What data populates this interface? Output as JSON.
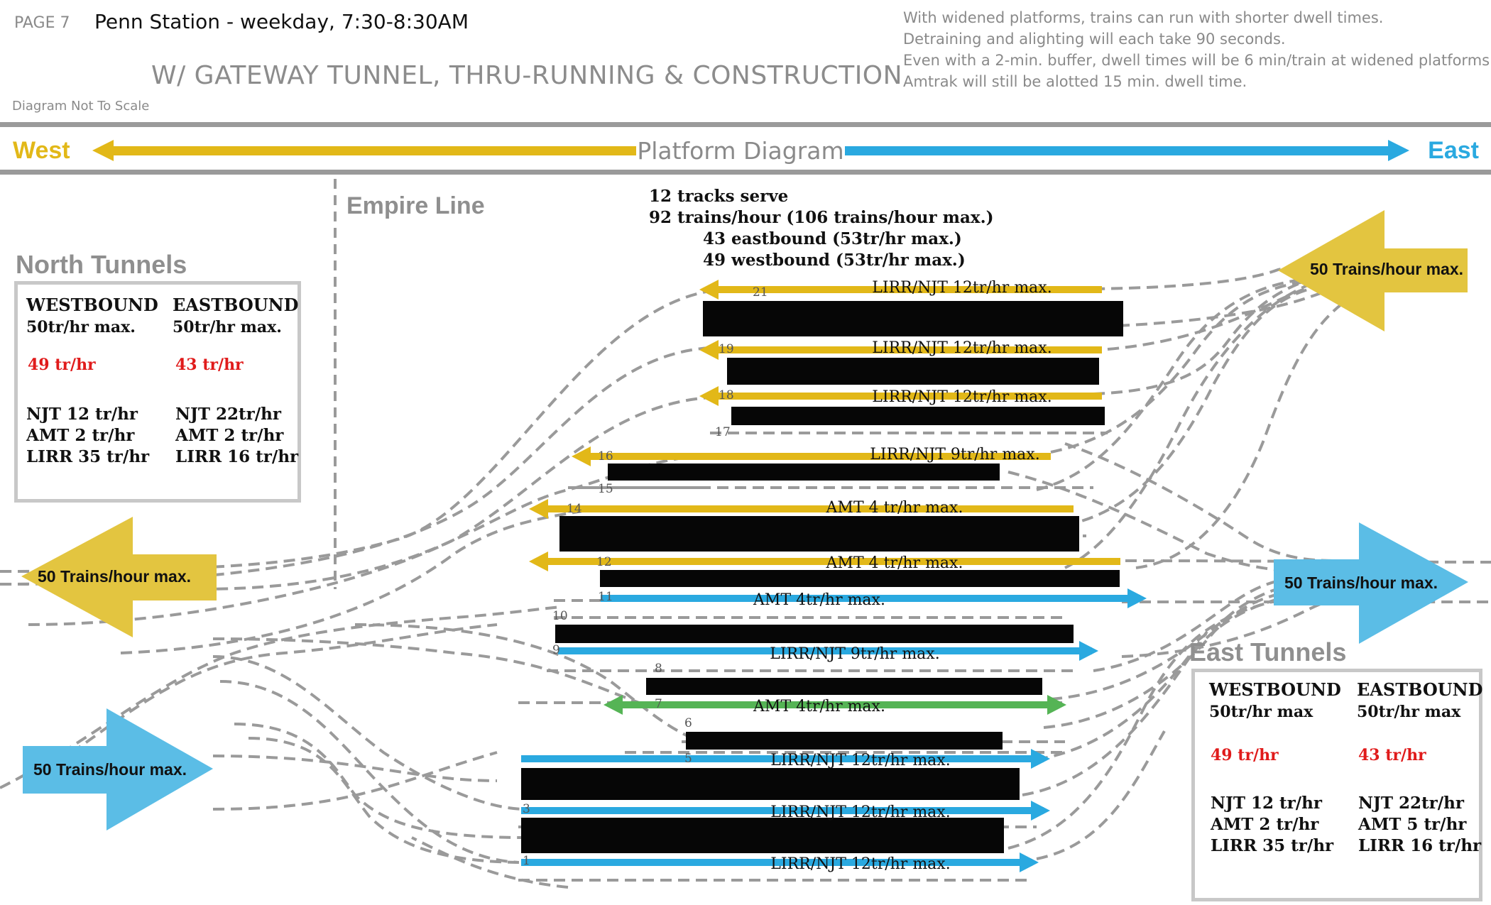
{
  "header": {
    "page_label": "PAGE 7",
    "title": "Penn Station - weekday, 7:30-8:30AM",
    "subtitle": "W/ GATEWAY TUNNEL, THRU-RUNNING & CONSTRUCTION",
    "scale_note": "Diagram Not To Scale",
    "notes": [
      "With widened platforms, trains can run with shorter dwell times.",
      "Detraining and alighting will each take 90 seconds.",
      "Even with a 2-min. buffer, dwell times will be 6 min/train at widened platforms.",
      "Amtrak will still be alotted 15 min. dwell time."
    ]
  },
  "banner": {
    "west": "West",
    "east": "East",
    "center": "Platform Diagram"
  },
  "colors": {
    "westbound": "#e2b818",
    "eastbound": "#2aa9e0",
    "amtrak_both": "#55b455",
    "platform": "#060606",
    "track": "#9a9a9a",
    "rate": "#e01b1b",
    "border": "#c8c8c8"
  },
  "empire_line": "Empire Line",
  "stats": [
    "12 tracks serve",
    "92 trains/hour (106 trains/hour max.)",
    "43 eastbound (53tr/hr max.)",
    "49 westbound (53tr/hr max.)"
  ],
  "north_tunnels": {
    "title": "North Tunnels",
    "westbound": {
      "heading": "WESTBOUND",
      "max": "50tr/hr max.",
      "rate": "49 tr/hr",
      "rows": [
        "NJT 12 tr/hr",
        "AMT 2 tr/hr",
        "LIRR 35 tr/hr"
      ]
    },
    "eastbound": {
      "heading": "EASTBOUND",
      "max": "50tr/hr max.",
      "rate": "43 tr/hr",
      "rows": [
        "NJT 22tr/hr",
        "AMT 2 tr/hr",
        "LIRR 16 tr/hr"
      ]
    }
  },
  "east_tunnels": {
    "title": "East Tunnels",
    "westbound": {
      "heading": "WESTBOUND",
      "max": "50tr/hr max",
      "rate": "49 tr/hr",
      "rows": [
        "NJT 12 tr/hr",
        "AMT 2 tr/hr",
        "LIRR 35 tr/hr"
      ]
    },
    "eastbound": {
      "heading": "EASTBOUND",
      "max": "50tr/hr max",
      "rate": "43 tr/hr",
      "rows": [
        "NJT 22tr/hr",
        "AMT 5 tr/hr",
        "LIRR 16 tr/hr"
      ]
    }
  },
  "capacity_arrows": {
    "east_top": "50 Trains/hour max.",
    "west_mid": "50 Trains/hour max.",
    "east_mid": "50 Trains/hour max.",
    "west_bottom": "50 Trains/hour max."
  },
  "tracks": [
    {
      "number": "21",
      "label": "LIRR/NJT 12tr/hr max.",
      "dir": "west"
    },
    {
      "number": "19",
      "label": "LIRR/NJT 12tr/hr max.",
      "dir": "west"
    },
    {
      "number": "18",
      "label": "LIRR/NJT 12tr/hr max.",
      "dir": "west"
    },
    {
      "number": "17",
      "label": "",
      "dir": "none"
    },
    {
      "number": "16",
      "label": "LIRR/NJT 9tr/hr max.",
      "dir": "west"
    },
    {
      "number": "15",
      "label": "",
      "dir": "none"
    },
    {
      "number": "14",
      "label": "AMT 4 tr/hr max.",
      "dir": "west"
    },
    {
      "number": "12",
      "label": "AMT 4 tr/hr max.",
      "dir": "west"
    },
    {
      "number": "11",
      "label": "AMT 4tr/hr max.",
      "dir": "east"
    },
    {
      "number": "10",
      "label": "",
      "dir": "none"
    },
    {
      "number": "9",
      "label": "LIRR/NJT 9tr/hr max.",
      "dir": "east"
    },
    {
      "number": "8",
      "label": "",
      "dir": "none"
    },
    {
      "number": "7",
      "label": "AMT 4tr/hr max.",
      "dir": "both"
    },
    {
      "number": "6",
      "label": "",
      "dir": "none"
    },
    {
      "number": "5",
      "label": "LIRR/NJT 12tr/hr max.",
      "dir": "east"
    },
    {
      "number": "3",
      "label": "LIRR/NJT 12tr/hr max.",
      "dir": "east"
    },
    {
      "number": "1",
      "label": "LIRR/NJT 12tr/hr max.",
      "dir": "east"
    }
  ]
}
